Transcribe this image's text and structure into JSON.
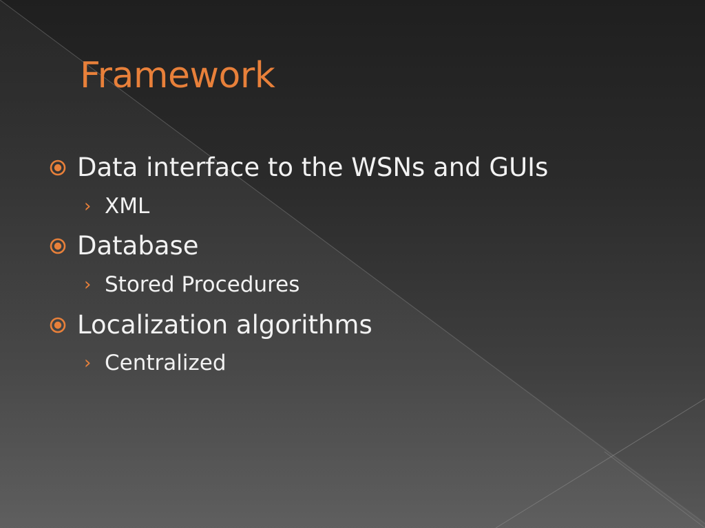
{
  "slide": {
    "title": "Framework",
    "bullets": [
      {
        "text": "Data interface to the WSNs and GUIs",
        "sub": [
          "XML"
        ]
      },
      {
        "text": "Database",
        "sub": [
          "Stored Procedures"
        ]
      },
      {
        "text": "Localization algorithms",
        "sub": [
          "Centralized"
        ]
      }
    ],
    "sub_marker": "›"
  },
  "colors": {
    "accent": "#e8803a",
    "text": "#f2f2f2"
  },
  "icons": {
    "level1_bullet": "circled-dot-icon",
    "level2_bullet": "chevron-right-icon"
  }
}
